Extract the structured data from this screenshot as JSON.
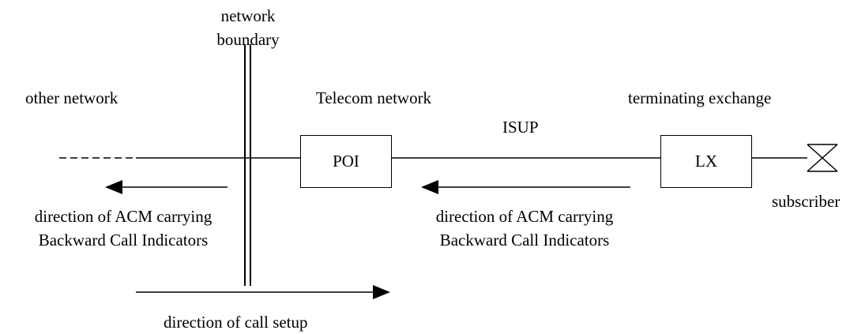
{
  "boundary": {
    "line1": "network",
    "line2": "boundary"
  },
  "regions": {
    "other": "other network",
    "telecom": "Telecom network",
    "terminating": "terminating exchange"
  },
  "link_label": "ISUP",
  "nodes": {
    "poi": "POI",
    "lx": "LX"
  },
  "subscriber": "subscriber",
  "acm_left": {
    "line1": "direction of ACM carrying",
    "line2": "Backward Call Indicators"
  },
  "acm_right": {
    "line1": "direction of ACM carrying",
    "line2": "Backward Call Indicators"
  },
  "call_setup": "direction of call setup"
}
